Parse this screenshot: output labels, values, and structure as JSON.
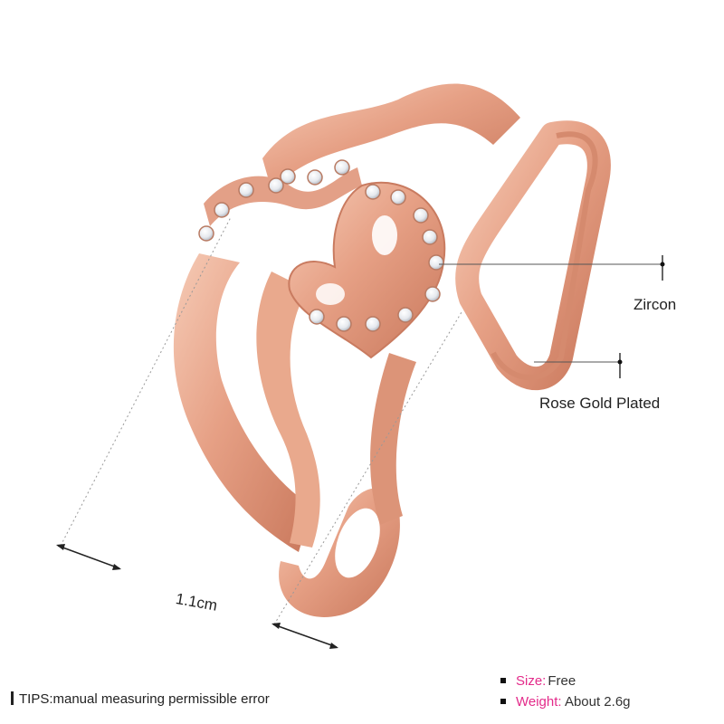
{
  "callouts": {
    "zircon": "Zircon",
    "plating": "Rose Gold Plated"
  },
  "dimension": "1.1cm",
  "tips": "TIPS:manual measuring permissible error",
  "specs": [
    {
      "key": "Size:",
      "value": "Free"
    },
    {
      "key": "Weight:",
      "value": "About 2.6g"
    }
  ],
  "colors": {
    "rose_gold": "#e8a58a",
    "rose_gold_dark": "#c77a5e",
    "rose_gold_light": "#f8d8c8",
    "zircon": "#f2f4f6",
    "accent": "#e32b8a"
  }
}
